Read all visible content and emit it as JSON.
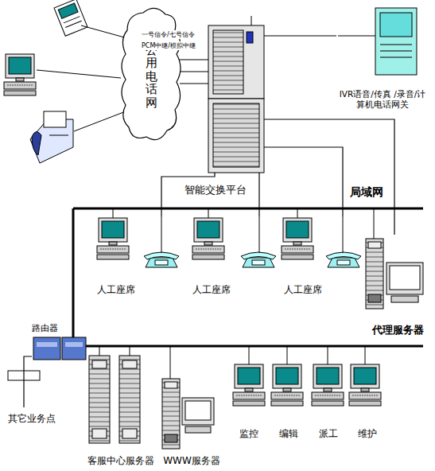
{
  "diagram": {
    "nodes": [
      {
        "text": [
          "公用电话网"
        ]
      },
      {
        "text": [
          "智能交换平台"
        ]
      },
      {
        "text": [
          "IVR语音/传真 /录音/计算机电话网关"
        ]
      },
      {
        "text": [
          "人工座席"
        ]
      },
      {
        "text": [
          "人工座席"
        ]
      },
      {
        "text": [
          "人工座席"
        ]
      },
      {
        "text": [
          "代理服务器"
        ]
      },
      {
        "text": [
          "路由器"
        ]
      },
      {
        "text": [
          "其它业务点"
        ]
      },
      {
        "text": [
          "客服中心服务器"
        ]
      },
      {
        "text": [
          "WWW服务器"
        ]
      },
      {
        "text": [
          "监控"
        ]
      },
      {
        "text": [
          "编辑"
        ]
      },
      {
        "text": [
          "派工"
        ]
      },
      {
        "text": [
          "维护"
        ]
      }
    ],
    "edges": [
      {
        "from": 0,
        "to": 1,
        "arrow": "none"
      },
      {
        "from": 0,
        "to": 1,
        "arrow": "none"
      },
      {
        "from": 0,
        "to": 1,
        "arrow": "none"
      },
      {
        "from": 1,
        "to": 2,
        "arrow": "none"
      },
      {
        "from": 1,
        "to": 3,
        "arrow": "none"
      },
      {
        "from": 1,
        "to": 4,
        "arrow": "none"
      },
      {
        "from": 1,
        "to": 5,
        "arrow": "none"
      },
      {
        "from": 1,
        "to": 6,
        "arrow": "none"
      },
      {
        "from": 7,
        "to": 8,
        "arrow": "none"
      }
    ],
    "labels": [
      "一号信令/七号信令",
      "PCM中继/模拟中继",
      "局域网"
    ]
  }
}
